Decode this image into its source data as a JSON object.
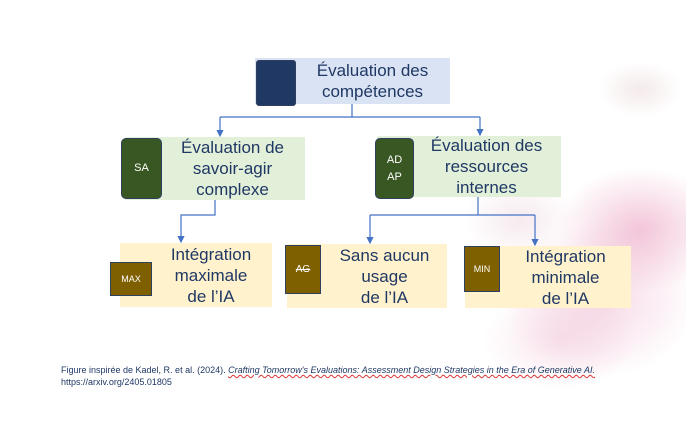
{
  "root": {
    "label": "Évaluation des\ncompétences"
  },
  "left": {
    "badge": "SA",
    "label": "Évaluation de\nsavoir-agir\ncomplexe"
  },
  "right": {
    "badge": "AD\nAP",
    "label": "Évaluation des\nressources\ninternes"
  },
  "leaves": [
    {
      "badge": "MAX",
      "label": "Intégration\nmaximale\nde l’IA"
    },
    {
      "badge": "AG",
      "label": "Sans aucun\nusage\nde l’IA"
    },
    {
      "badge": "MIN",
      "label": "Intégration\nminimale\nde l’IA"
    }
  ],
  "caption": {
    "prefix": "Figure inspirée de Kadel, R. et al. (2024). ",
    "title": "Crafting Tomorrow's Evaluations: Assessment Design Strategies in the Era of Generative AI.",
    "url": "https://arxiv.org/2405.01805"
  }
}
